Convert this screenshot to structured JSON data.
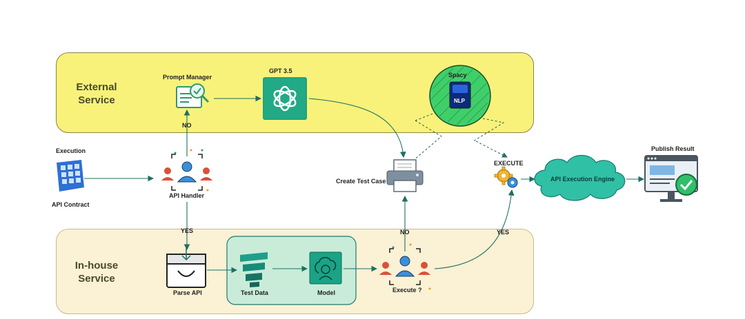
{
  "zones": {
    "external_title": "External\nService",
    "inhouse_title": "In-house\nService"
  },
  "nodes": {
    "prompt_manager": "Prompt Manager",
    "gpt": "GPT 3.5",
    "spacy": "Spacy",
    "nlp_badge": "NLP",
    "execution": "Execution",
    "api_contract": "API Contract",
    "api_handler": "API Handler",
    "create_test_case": "Create Test Case",
    "execute_top": "EXECUTE",
    "api_engine": "API Execution Engine",
    "publish_result": "Publish Result",
    "parse_api": "Parse API",
    "test_data": "Test Data",
    "model": "Model",
    "execute_q": "Execute ?"
  },
  "edges": {
    "no_to_prompt": "NO",
    "yes_to_parse": "YES",
    "no_to_create": "NO",
    "yes_to_execute": "YES"
  },
  "colors": {
    "external_zone": "#f8f27a",
    "inhouse_zone": "#fbf1d4",
    "inner_box": "#c9ecd9",
    "teal": "#1f7a6d",
    "cloud": "#2fc0a6",
    "person_blue": "#3a8fd8",
    "person_red": "#d9503a"
  }
}
